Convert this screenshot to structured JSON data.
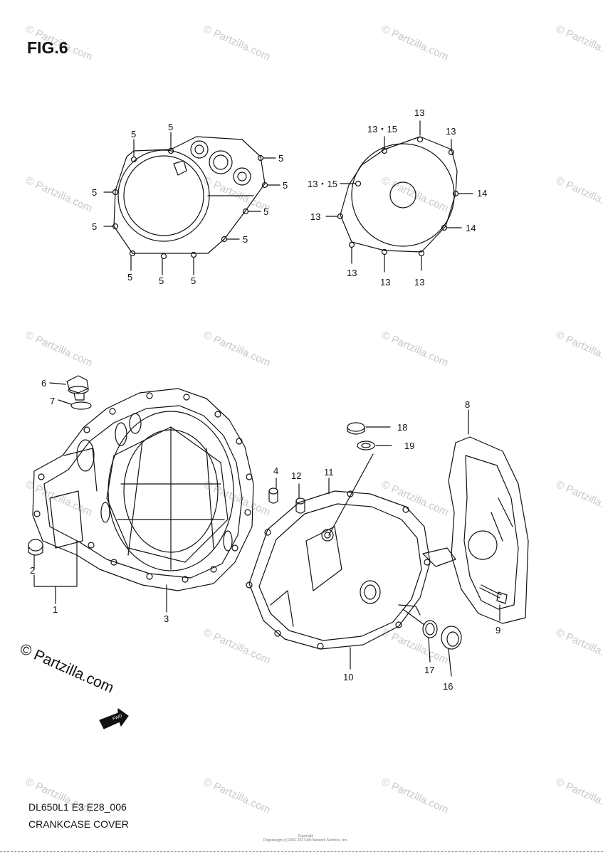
{
  "figure": {
    "title": "FIG.6",
    "code": "DL650L1 E3 E28_006",
    "caption": "CRANKCASE COVER",
    "fwd_label": "FWD",
    "brand": "© Partzilla.com",
    "copyright_line1": "Copyright",
    "copyright_line2": "Pagedesign (c) 2001-2017 Ark Network Services, Inc."
  },
  "watermark": "© Partzilla.com",
  "callouts": {
    "c5": "5",
    "c13": "13",
    "c13_15": "13・15",
    "c14": "14",
    "c1": "1",
    "c2": "2",
    "c3": "3",
    "c4": "4",
    "c6": "6",
    "c7": "7",
    "c8": "8",
    "c9": "9",
    "c10": "10",
    "c11": "11",
    "c12": "12",
    "c16": "16",
    "c17": "17",
    "c18": "18",
    "c19": "19"
  }
}
